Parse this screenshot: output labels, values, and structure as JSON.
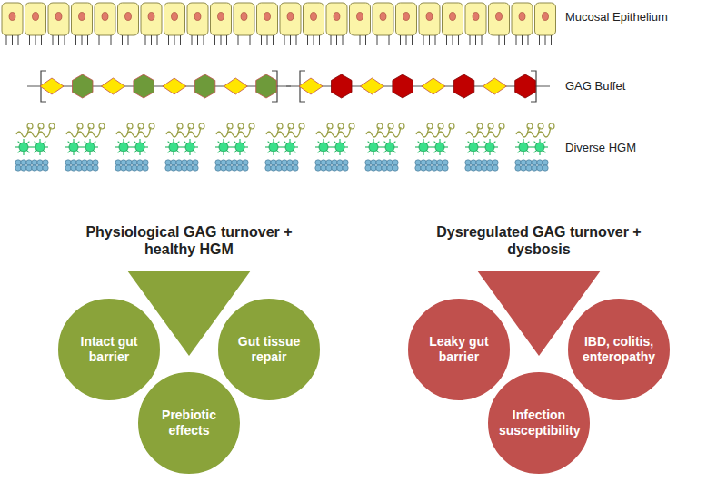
{
  "diagram": {
    "nodes": [
      {
        "text": [
          "Intact gut barrier"
        ]
      },
      {
        "text": [
          "Gut tissue repair"
        ]
      },
      {
        "text": [
          "Prebiotic effects"
        ]
      },
      {
        "text": [
          "Leaky gut barrier"
        ]
      },
      {
        "text": [
          "IBD, colitis, enteropathy"
        ]
      },
      {
        "text": [
          "Infection susceptibility"
        ]
      }
    ],
    "labels": [
      "Mucosal Epithelium",
      "GAG Buffet",
      "Diverse HGM",
      "Physiological GAG turnover + healthy HGM",
      "Dysregulated GAG turnover + dysbosis"
    ]
  }
}
